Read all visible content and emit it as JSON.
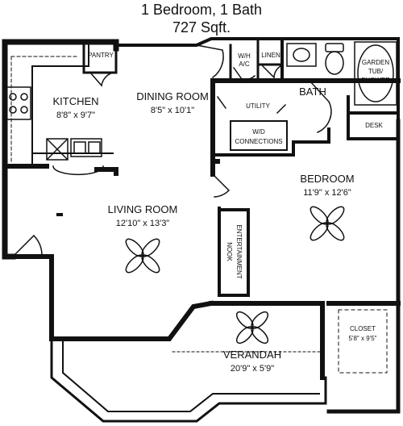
{
  "header": {
    "line1": "1 Bedroom, 1 Bath",
    "line2": "727 Sqft."
  },
  "rooms": {
    "kitchen": {
      "name": "KITCHEN",
      "dims": "8'8\" x 9'7\""
    },
    "pantry": {
      "name": "PANTRY"
    },
    "dining": {
      "name": "DINING ROOM",
      "dims": "8'5\" x 10'1\""
    },
    "wh_ac": {
      "line1": "W/H",
      "line2": "A/C"
    },
    "linen": {
      "name": "LINEN"
    },
    "bath": {
      "name": "BATH"
    },
    "tub": {
      "line1": "GARDEN",
      "line2": "TUB/",
      "line3": "SHOWER"
    },
    "desk": {
      "name": "DESK"
    },
    "utility": {
      "name": "UTILITY",
      "line1": "W/D",
      "line2": "CONNECTIONS"
    },
    "bedroom": {
      "name": "BEDROOM",
      "dims": "11'9\" x 12'6\""
    },
    "living": {
      "name": "LIVING ROOM",
      "dims": "12'10\" x 13'3\""
    },
    "entertainment": {
      "line1": "ENTERTAINMENT",
      "line2": "NOOK"
    },
    "closet": {
      "name": "CLOSET",
      "dims": "5'8\" x 9'5\""
    },
    "verandah": {
      "name": "VERANDAH",
      "dims": "20'9\" x 5'9\""
    }
  },
  "icons": [
    "ceiling-fan-icon",
    "range-icon",
    "sink-icon",
    "toilet-icon",
    "tub-icon"
  ]
}
